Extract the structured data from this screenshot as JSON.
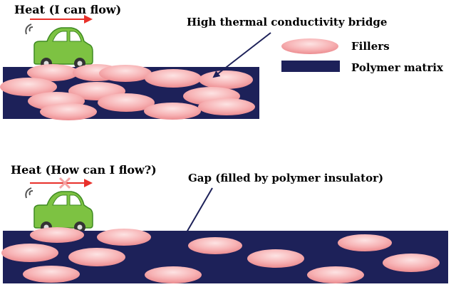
{
  "top": {
    "heat_label": "Heat  (I can flow)",
    "bridge_label": "High thermal conductivity bridge"
  },
  "bottom": {
    "heat_label": "Heat (How can I flow?)",
    "gap_label": "Gap (filled by polymer insulator)"
  },
  "legend": {
    "fillers_label": "Fillers",
    "matrix_label": "Polymer matrix"
  },
  "colors": {
    "matrix": "#1d2159",
    "filler": "#f59fa2",
    "filler_highlight": "#fde3e3",
    "heat_arrow": "#e8302a",
    "car_body": "#7dc242",
    "car_dark": "#3e8a22",
    "x_mark": "#f4a4a4"
  },
  "icons": [
    "car-icon",
    "heat-arrow-icon",
    "blocked-x-icon",
    "pointer-arrow-icon"
  ]
}
